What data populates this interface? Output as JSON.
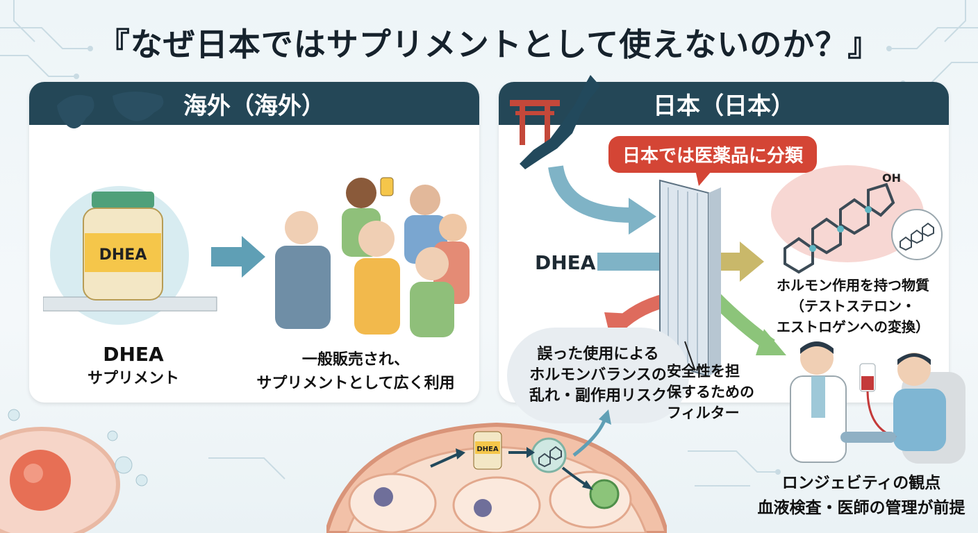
{
  "title": "『なぜ日本ではサプリメントとして使えないのか？』",
  "left": {
    "header": "海外（海外）",
    "jar_label": "DHEA",
    "caption_product": [
      "DHEA",
      "サプリメント"
    ],
    "caption_usage": [
      "一般販売され、",
      "サプリメントとして広く利用"
    ]
  },
  "right": {
    "header": "日本（日本）",
    "callout": "日本では医薬品に分類",
    "dhea": "DHEA",
    "hormone_caption": [
      "ホルモン作用を持つ物質",
      "（テストステロン・",
      "エストロゲンへの変換）"
    ],
    "hormone_oh": "OH",
    "risk": [
      "誤った使用による",
      "ホルモンバランスの",
      "乱れ・副作用リスク"
    ],
    "filter": [
      "安全性を担",
      "保するための",
      "フィルター"
    ],
    "longevity": [
      "ロンジェビティの観点",
      "血液検査・医師の管理が前提"
    ],
    "cell_jar_label": "DHEA"
  },
  "colors": {
    "header": "#244757",
    "callout": "#d44535",
    "arrow": "#5f9fb5"
  }
}
